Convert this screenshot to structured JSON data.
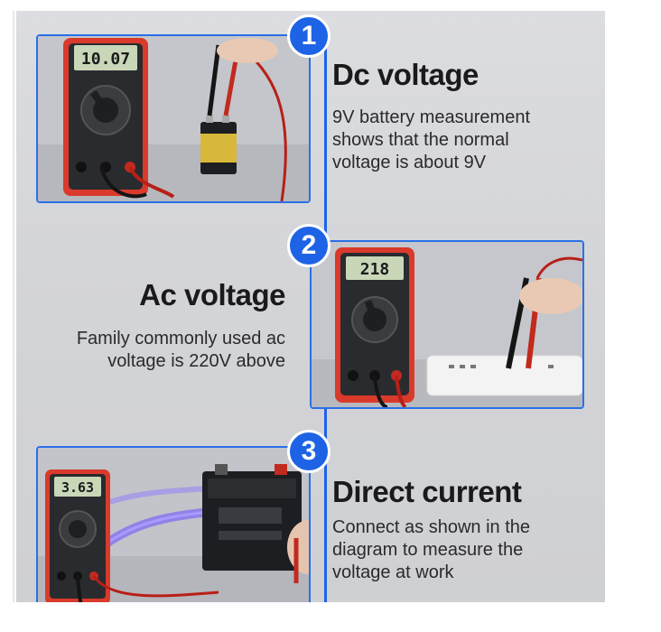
{
  "steps": [
    {
      "number": "1",
      "title": "Dc voltage",
      "description": "9V battery measurement\nshows that the normal\nvoltage is about 9V",
      "meter_reading": "10.07"
    },
    {
      "number": "2",
      "title": "Ac voltage",
      "description": "Family commonly used ac\nvoltage is 220V above",
      "meter_reading": "218"
    },
    {
      "number": "3",
      "title": "Direct current",
      "description": "Connect as shown in the\ndiagram to measure the\nvoltage at work",
      "meter_reading": "3.63"
    }
  ],
  "colors": {
    "accent": "#1e63e6",
    "meter_red": "#d93a2b",
    "lcd": "#c9d7b8"
  }
}
